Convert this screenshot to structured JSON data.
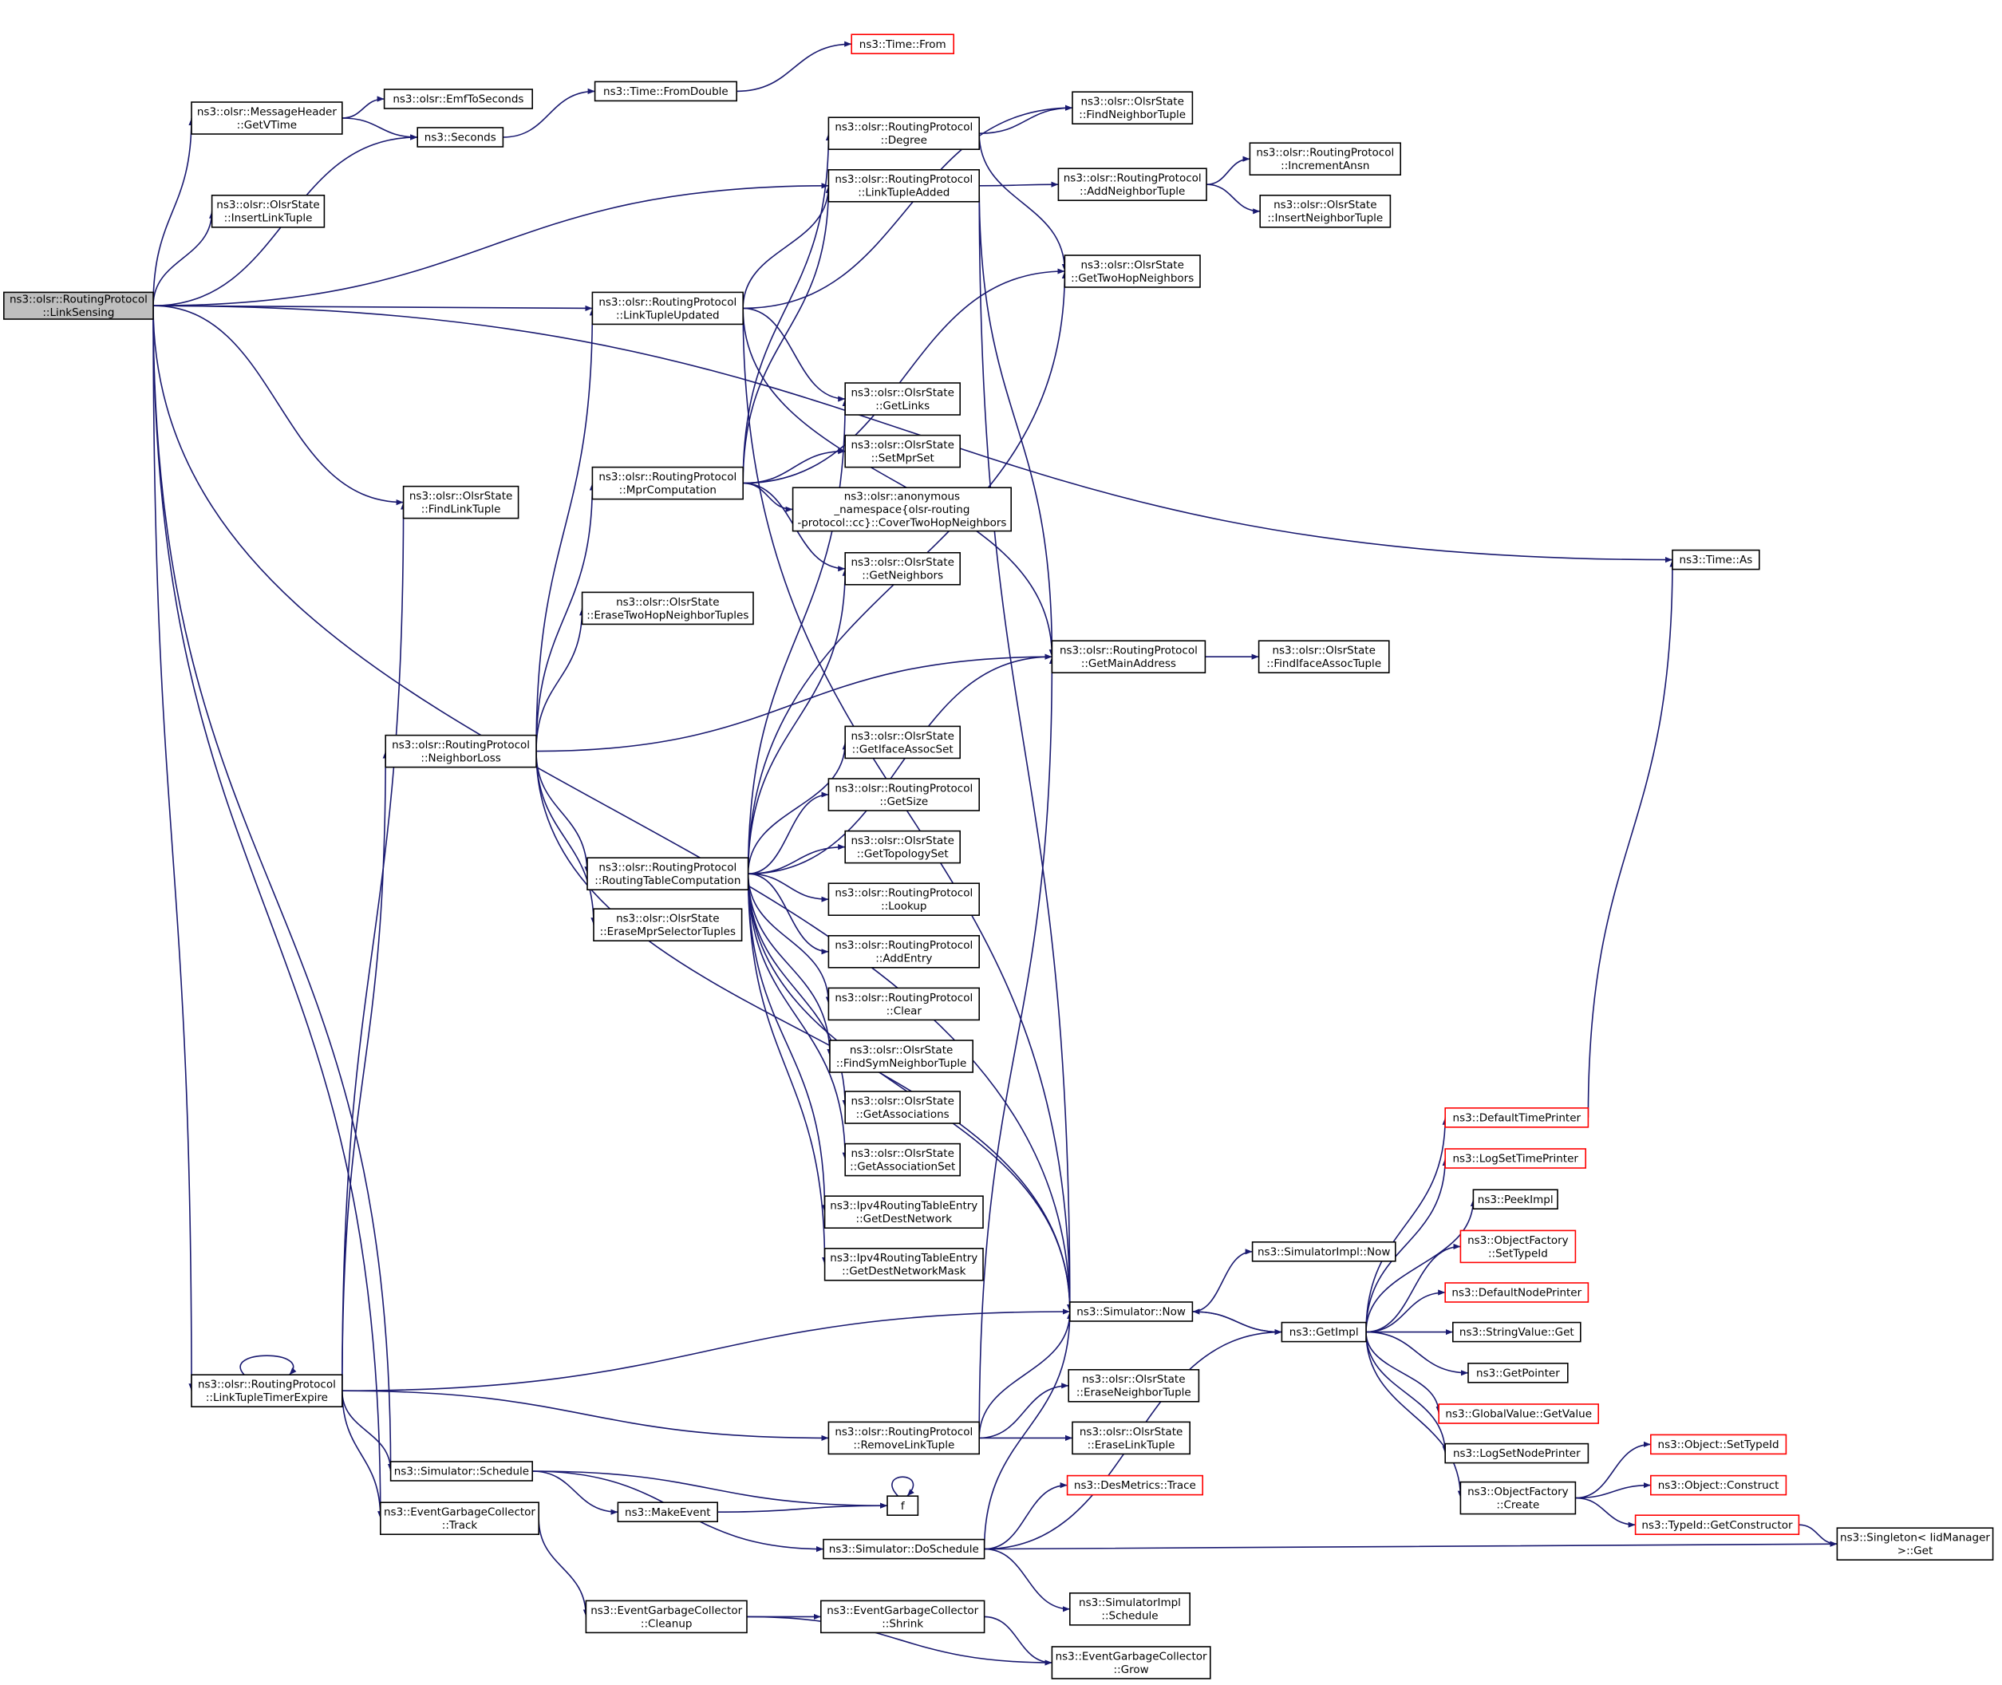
{
  "nodes": [
    {
      "id": "linksensing",
      "lines": [
        "ns3::olsr::RoutingProtocol",
        "::LinkSensing"
      ],
      "style": "hl"
    },
    {
      "id": "getvtime",
      "lines": [
        "ns3::olsr::MessageHeader",
        "::GetVTime"
      ]
    },
    {
      "id": "emftoseconds",
      "lines": [
        "ns3::olsr::EmfToSeconds"
      ]
    },
    {
      "id": "seconds",
      "lines": [
        "ns3::Seconds"
      ]
    },
    {
      "id": "fromdouble",
      "lines": [
        "ns3::Time::FromDouble"
      ]
    },
    {
      "id": "timefrom",
      "lines": [
        "ns3::Time::From"
      ],
      "style": "red"
    },
    {
      "id": "insertlinktuple",
      "lines": [
        "ns3::olsr::OlsrState",
        "::InsertLinkTuple"
      ]
    },
    {
      "id": "findneighbortuple",
      "lines": [
        "ns3::olsr::OlsrState",
        "::FindNeighborTuple"
      ]
    },
    {
      "id": "degree",
      "lines": [
        "ns3::olsr::RoutingProtocol",
        "::Degree"
      ]
    },
    {
      "id": "linktupleadded",
      "lines": [
        "ns3::olsr::RoutingProtocol",
        "::LinkTupleAdded"
      ]
    },
    {
      "id": "addneighbortuple",
      "lines": [
        "ns3::olsr::RoutingProtocol",
        "::AddNeighborTuple"
      ]
    },
    {
      "id": "incrementansn",
      "lines": [
        "ns3::olsr::RoutingProtocol",
        "::IncrementAnsn"
      ]
    },
    {
      "id": "insertneighbortuple",
      "lines": [
        "ns3::olsr::OlsrState",
        "::InsertNeighborTuple"
      ]
    },
    {
      "id": "gettwohopneighbors",
      "lines": [
        "ns3::olsr::OlsrState",
        "::GetTwoHopNeighbors"
      ]
    },
    {
      "id": "linktupleupdated",
      "lines": [
        "ns3::olsr::RoutingProtocol",
        "::LinkTupleUpdated"
      ]
    },
    {
      "id": "getlinks",
      "lines": [
        "ns3::olsr::OlsrState",
        "::GetLinks"
      ]
    },
    {
      "id": "setmprset",
      "lines": [
        "ns3::olsr::OlsrState",
        "::SetMprSet"
      ]
    },
    {
      "id": "mprcomputation",
      "lines": [
        "ns3::olsr::RoutingProtocol",
        "::MprComputation"
      ]
    },
    {
      "id": "covertwohop",
      "lines": [
        "ns3::olsr::anonymous",
        "_namespace{olsr-routing",
        "-protocol::cc}::CoverTwoHopNeighbors"
      ]
    },
    {
      "id": "findlinktuple",
      "lines": [
        "ns3::olsr::OlsrState",
        "::FindLinkTuple"
      ]
    },
    {
      "id": "getneighbors",
      "lines": [
        "ns3::olsr::OlsrState",
        "::GetNeighbors"
      ]
    },
    {
      "id": "timeas",
      "lines": [
        "ns3::Time::As"
      ]
    },
    {
      "id": "erasetwohop",
      "lines": [
        "ns3::olsr::OlsrState",
        "::EraseTwoHopNeighborTuples"
      ]
    },
    {
      "id": "getmainaddress",
      "lines": [
        "ns3::olsr::RoutingProtocol",
        "::GetMainAddress"
      ]
    },
    {
      "id": "findifaceassoc",
      "lines": [
        "ns3::olsr::OlsrState",
        "::FindIfaceAssocTuple"
      ]
    },
    {
      "id": "neighborloss",
      "lines": [
        "ns3::olsr::RoutingProtocol",
        "::NeighborLoss"
      ]
    },
    {
      "id": "getifaceassocset",
      "lines": [
        "ns3::olsr::OlsrState",
        "::GetIfaceAssocSet"
      ]
    },
    {
      "id": "getsize",
      "lines": [
        "ns3::olsr::RoutingProtocol",
        "::GetSize"
      ]
    },
    {
      "id": "gettopologyset",
      "lines": [
        "ns3::olsr::OlsrState",
        "::GetTopologySet"
      ]
    },
    {
      "id": "routingtablecomp",
      "lines": [
        "ns3::olsr::RoutingProtocol",
        "::RoutingTableComputation"
      ]
    },
    {
      "id": "lookup",
      "lines": [
        "ns3::olsr::RoutingProtocol",
        "::Lookup"
      ]
    },
    {
      "id": "erasemprselector",
      "lines": [
        "ns3::olsr::OlsrState",
        "::EraseMprSelectorTuples"
      ]
    },
    {
      "id": "addentry",
      "lines": [
        "ns3::olsr::RoutingProtocol",
        "::AddEntry"
      ]
    },
    {
      "id": "clear",
      "lines": [
        "ns3::olsr::RoutingProtocol",
        "::Clear"
      ]
    },
    {
      "id": "findsymneighbor",
      "lines": [
        "ns3::olsr::OlsrState",
        "::FindSymNeighborTuple"
      ]
    },
    {
      "id": "getassociations",
      "lines": [
        "ns3::olsr::OlsrState",
        "::GetAssociations"
      ]
    },
    {
      "id": "defaulttimeprinter",
      "lines": [
        "ns3::DefaultTimePrinter"
      ],
      "style": "red"
    },
    {
      "id": "getassociationset",
      "lines": [
        "ns3::olsr::OlsrState",
        "::GetAssociationSet"
      ]
    },
    {
      "id": "logsettimeprinter",
      "lines": [
        "ns3::LogSetTimePrinter"
      ],
      "style": "red"
    },
    {
      "id": "peekimpl",
      "lines": [
        "ns3::PeekImpl"
      ]
    },
    {
      "id": "getdestnetwork",
      "lines": [
        "ns3::Ipv4RoutingTableEntry",
        "::GetDestNetwork"
      ]
    },
    {
      "id": "objfactsettypeid",
      "lines": [
        "ns3::ObjectFactory",
        "::SetTypeId"
      ],
      "style": "red"
    },
    {
      "id": "simimplnow",
      "lines": [
        "ns3::SimulatorImpl::Now"
      ]
    },
    {
      "id": "getdestnetworkmask",
      "lines": [
        "ns3::Ipv4RoutingTableEntry",
        "::GetDestNetworkMask"
      ]
    },
    {
      "id": "defaultnodeprinter",
      "lines": [
        "ns3::DefaultNodePrinter"
      ],
      "style": "red"
    },
    {
      "id": "simnow",
      "lines": [
        "ns3::Simulator::Now"
      ]
    },
    {
      "id": "getimpl",
      "lines": [
        "ns3::GetImpl"
      ]
    },
    {
      "id": "stringvalueget",
      "lines": [
        "ns3::StringValue::Get"
      ]
    },
    {
      "id": "getpointer",
      "lines": [
        "ns3::GetPointer"
      ]
    },
    {
      "id": "linktupletimerexpire",
      "lines": [
        "ns3::olsr::RoutingProtocol",
        "::LinkTupleTimerExpire"
      ]
    },
    {
      "id": "eraseneighbortuple",
      "lines": [
        "ns3::olsr::OlsrState",
        "::EraseNeighborTuple"
      ]
    },
    {
      "id": "globalvaluegetvalue",
      "lines": [
        "ns3::GlobalValue::GetValue"
      ],
      "style": "red"
    },
    {
      "id": "removelinktuple",
      "lines": [
        "ns3::olsr::RoutingProtocol",
        "::RemoveLinkTuple"
      ]
    },
    {
      "id": "eraselinktuple",
      "lines": [
        "ns3::olsr::OlsrState",
        "::EraseLinkTuple"
      ]
    },
    {
      "id": "objsettypeid",
      "lines": [
        "ns3::Object::SetTypeId"
      ],
      "style": "red"
    },
    {
      "id": "logsetnodeprinter",
      "lines": [
        "ns3::LogSetNodePrinter"
      ]
    },
    {
      "id": "simschedule",
      "lines": [
        "ns3::Simulator::Schedule"
      ]
    },
    {
      "id": "objconstruct",
      "lines": [
        "ns3::Object::Construct"
      ],
      "style": "red"
    },
    {
      "id": "f",
      "lines": [
        "f"
      ]
    },
    {
      "id": "objfactcreate",
      "lines": [
        "ns3::ObjectFactory",
        "::Create"
      ]
    },
    {
      "id": "makeevent",
      "lines": [
        "ns3::MakeEvent"
      ]
    },
    {
      "id": "egctrack",
      "lines": [
        "ns3::EventGarbageCollector",
        "::Track"
      ]
    },
    {
      "id": "desmetricstrace",
      "lines": [
        "ns3::DesMetrics::Trace"
      ],
      "style": "red"
    },
    {
      "id": "typeidgetconstructor",
      "lines": [
        "ns3::TypeId::GetConstructor"
      ],
      "style": "red"
    },
    {
      "id": "singletonget",
      "lines": [
        "ns3::Singleton< IidManager",
        " >::Get"
      ]
    },
    {
      "id": "simdoschedule",
      "lines": [
        "ns3::Simulator::DoSchedule"
      ]
    },
    {
      "id": "simimplschedule",
      "lines": [
        "ns3::SimulatorImpl",
        "::Schedule"
      ]
    },
    {
      "id": "egccleanup",
      "lines": [
        "ns3::EventGarbageCollector",
        "::Cleanup"
      ]
    },
    {
      "id": "egcshrink",
      "lines": [
        "ns3::EventGarbageCollector",
        "::Shrink"
      ]
    },
    {
      "id": "egcgrow",
      "lines": [
        "ns3::EventGarbageCollector",
        "::Grow"
      ]
    }
  ],
  "edges": [
    [
      "linksensing",
      "getvtime"
    ],
    [
      "linksensing",
      "seconds"
    ],
    [
      "linksensing",
      "insertlinktuple"
    ],
    [
      "linksensing",
      "linktupleadded"
    ],
    [
      "linksensing",
      "linktupleupdated"
    ],
    [
      "linksensing",
      "findlinktuple"
    ],
    [
      "linksensing",
      "timeas"
    ],
    [
      "linksensing",
      "simnow"
    ],
    [
      "linksensing",
      "linktupletimerexpire"
    ],
    [
      "linksensing",
      "simschedule"
    ],
    [
      "linksensing",
      "egctrack"
    ],
    [
      "getvtime",
      "emftoseconds"
    ],
    [
      "getvtime",
      "seconds"
    ],
    [
      "seconds",
      "fromdouble"
    ],
    [
      "fromdouble",
      "timefrom"
    ],
    [
      "degree",
      "findneighbortuple"
    ],
    [
      "degree",
      "gettwohopneighbors"
    ],
    [
      "linktupleadded",
      "addneighbortuple"
    ],
    [
      "linktupleadded",
      "getmainaddress"
    ],
    [
      "linktupleadded",
      "simnow"
    ],
    [
      "addneighbortuple",
      "incrementansn"
    ],
    [
      "addneighbortuple",
      "insertneighbortuple"
    ],
    [
      "linktupleupdated",
      "findneighbortuple"
    ],
    [
      "linktupleupdated",
      "linktupleadded"
    ],
    [
      "linktupleupdated",
      "getlinks"
    ],
    [
      "linktupleupdated",
      "getmainaddress"
    ],
    [
      "linktupleupdated",
      "simnow"
    ],
    [
      "mprcomputation",
      "degree"
    ],
    [
      "mprcomputation",
      "linktupleadded"
    ],
    [
      "mprcomputation",
      "gettwohopneighbors"
    ],
    [
      "mprcomputation",
      "setmprset"
    ],
    [
      "mprcomputation",
      "covertwohop"
    ],
    [
      "mprcomputation",
      "getneighbors"
    ],
    [
      "getmainaddress",
      "findifaceassoc"
    ],
    [
      "neighborloss",
      "linktupleupdated"
    ],
    [
      "neighborloss",
      "mprcomputation"
    ],
    [
      "neighborloss",
      "erasetwohop"
    ],
    [
      "neighborloss",
      "getmainaddress"
    ],
    [
      "neighborloss",
      "routingtablecomp"
    ],
    [
      "neighborloss",
      "erasemprselector"
    ],
    [
      "neighborloss",
      "simnow"
    ],
    [
      "routingtablecomp",
      "getlinks"
    ],
    [
      "routingtablecomp",
      "getneighbors"
    ],
    [
      "routingtablecomp",
      "gettwohopneighbors"
    ],
    [
      "routingtablecomp",
      "getmainaddress"
    ],
    [
      "routingtablecomp",
      "getifaceassocset"
    ],
    [
      "routingtablecomp",
      "getsize"
    ],
    [
      "routingtablecomp",
      "gettopologyset"
    ],
    [
      "routingtablecomp",
      "lookup"
    ],
    [
      "routingtablecomp",
      "addentry"
    ],
    [
      "routingtablecomp",
      "clear"
    ],
    [
      "routingtablecomp",
      "findsymneighbor"
    ],
    [
      "routingtablecomp",
      "getassociations"
    ],
    [
      "routingtablecomp",
      "getassociationset"
    ],
    [
      "routingtablecomp",
      "getdestnetwork"
    ],
    [
      "routingtablecomp",
      "getdestnetworkmask"
    ],
    [
      "routingtablecomp",
      "simnow"
    ],
    [
      "simnow",
      "simimplnow"
    ],
    [
      "simnow",
      "getimpl"
    ],
    [
      "getimpl",
      "defaulttimeprinter"
    ],
    [
      "getimpl",
      "logsettimeprinter"
    ],
    [
      "getimpl",
      "peekimpl"
    ],
    [
      "getimpl",
      "objfactsettypeid"
    ],
    [
      "getimpl",
      "defaultnodeprinter"
    ],
    [
      "getimpl",
      "stringvalueget"
    ],
    [
      "getimpl",
      "getpointer"
    ],
    [
      "getimpl",
      "globalvaluegetvalue"
    ],
    [
      "getimpl",
      "logsetnodeprinter"
    ],
    [
      "getimpl",
      "objfactcreate"
    ],
    [
      "getimpl",
      "simnow"
    ],
    [
      "defaulttimeprinter",
      "timeas"
    ],
    [
      "objfactcreate",
      "objsettypeid"
    ],
    [
      "objfactcreate",
      "objconstruct"
    ],
    [
      "objfactcreate",
      "typeidgetconstructor"
    ],
    [
      "typeidgetconstructor",
      "singletonget"
    ],
    [
      "linktupletimerexpire",
      "linktupletimerexpire"
    ],
    [
      "linktupletimerexpire",
      "findlinktuple"
    ],
    [
      "linktupletimerexpire",
      "neighborloss"
    ],
    [
      "linktupletimerexpire",
      "simnow"
    ],
    [
      "linktupletimerexpire",
      "removelinktuple"
    ],
    [
      "linktupletimerexpire",
      "simschedule"
    ],
    [
      "linktupletimerexpire",
      "egctrack"
    ],
    [
      "removelinktuple",
      "eraseneighbortuple"
    ],
    [
      "removelinktuple",
      "eraselinktuple"
    ],
    [
      "removelinktuple",
      "getmainaddress"
    ],
    [
      "removelinktuple",
      "simnow"
    ],
    [
      "simschedule",
      "makeevent"
    ],
    [
      "simschedule",
      "f"
    ],
    [
      "simschedule",
      "simdoschedule"
    ],
    [
      "makeevent",
      "f"
    ],
    [
      "f",
      "f"
    ],
    [
      "simdoschedule",
      "simnow"
    ],
    [
      "simdoschedule",
      "getimpl"
    ],
    [
      "simdoschedule",
      "desmetricstrace"
    ],
    [
      "simdoschedule",
      "singletonget"
    ],
    [
      "simdoschedule",
      "simimplschedule"
    ],
    [
      "egctrack",
      "egccleanup"
    ],
    [
      "egccleanup",
      "egcshrink"
    ],
    [
      "egccleanup",
      "egcgrow"
    ],
    [
      "egcshrink",
      "egcgrow"
    ]
  ]
}
